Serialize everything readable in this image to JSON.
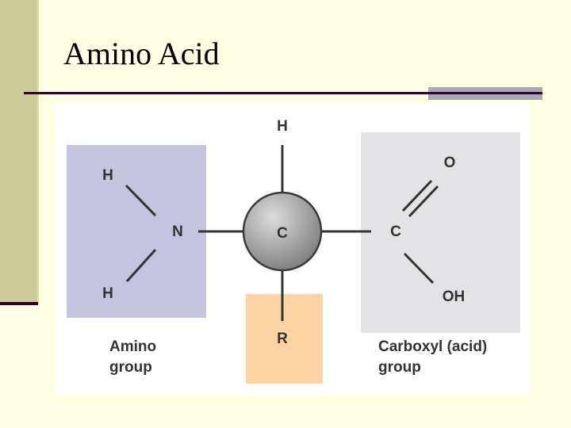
{
  "title": "Amino Acid",
  "diagram": {
    "atoms": {
      "h_top": "H",
      "h_amino_top": "H",
      "h_amino_bottom": "H",
      "n": "N",
      "c_central": "C",
      "c_carboxyl": "C",
      "o": "O",
      "oh": "OH",
      "r": "R"
    },
    "groups": {
      "amino_line1": "Amino",
      "amino_line2": "group",
      "carboxyl_line1": "Carboxyl (acid)",
      "carboxyl_line2": "group"
    },
    "colors": {
      "amino_box": "#c4c3e0",
      "carboxyl_box": "#e3e3e6",
      "r_box": "#fcd3a3",
      "atom_sphere": "#9c9c9c",
      "bond": "#333333"
    }
  }
}
